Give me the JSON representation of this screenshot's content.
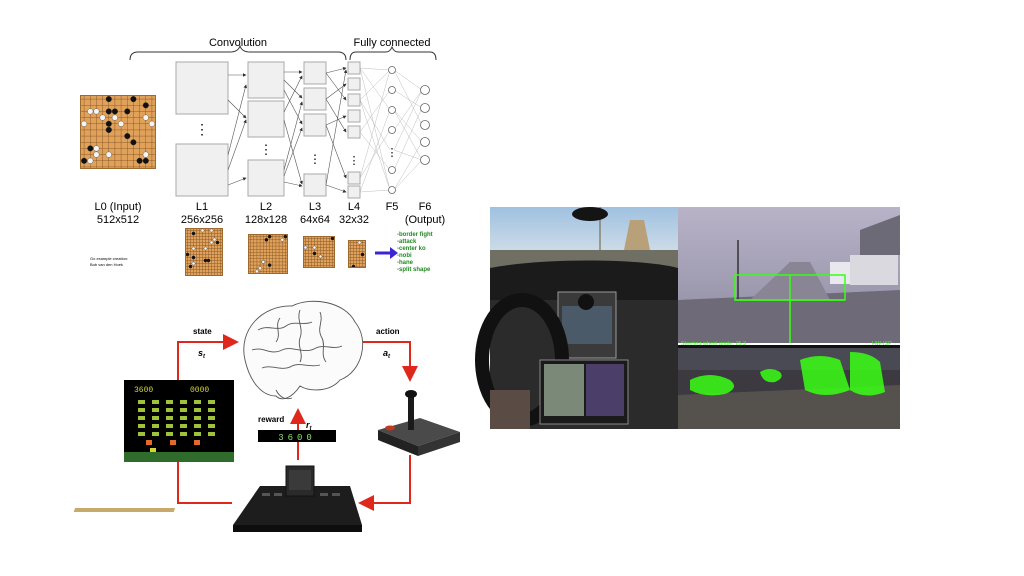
{
  "cnn": {
    "conv_label": "Convolution",
    "fc_label": "Fully connected",
    "layers": [
      {
        "name": "L0 (Input)",
        "size": "512x512"
      },
      {
        "name": "L1",
        "size": "256x256"
      },
      {
        "name": "L2",
        "size": "128x128"
      },
      {
        "name": "L3",
        "size": "64x64"
      },
      {
        "name": "L4",
        "size": "32x32"
      },
      {
        "name": "F5",
        "size": ""
      },
      {
        "name": "F6",
        "size": "(Output)"
      }
    ],
    "credit": [
      "Go example creation:",
      "Bob van den Hoek"
    ],
    "outputs": [
      "-border fight",
      "-attack",
      "-center ko",
      "-nobi",
      "-hane",
      "-split shape"
    ]
  },
  "rl": {
    "state_label": "state",
    "state_symbol": "s",
    "state_sub": "t",
    "action_label": "action",
    "action_symbol": "a",
    "action_sub": "t",
    "reward_label": "reward",
    "reward_symbol": "r",
    "reward_sub": "t",
    "score_left": "3600",
    "score_right": "0000",
    "reward_display": "3600"
  },
  "driving": {
    "steering_label": "Steering wheel angle:",
    "steering_value": "25.3",
    "hw_label": "HW-ISP"
  },
  "colors": {
    "arrow_red": "#e0271c",
    "output_green": "#1f8a1f",
    "output_arrow": "#3b24d6",
    "board": "#e0a15a",
    "overlay_green": "#39ff14"
  }
}
